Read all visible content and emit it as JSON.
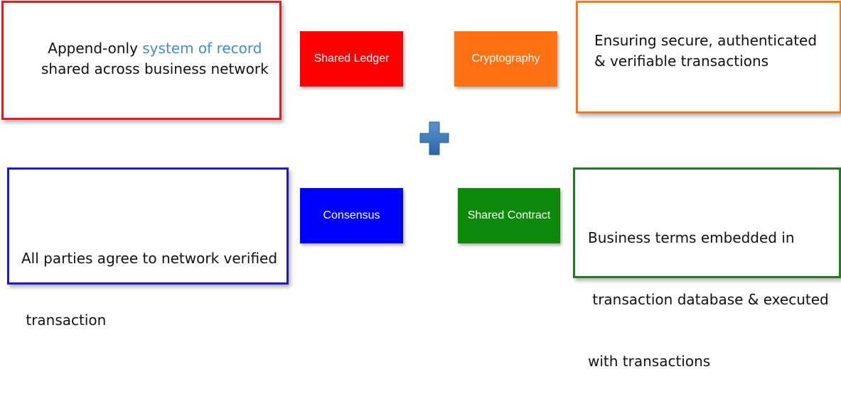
{
  "boxes": {
    "ledger": {
      "line1_prefix": "Append-only ",
      "line1_highlight": "system of record",
      "line2": "shared across business network",
      "border_color": "#e31b23",
      "highlight_color": "#3d8fc6"
    },
    "crypto": {
      "line1": "Ensuring secure, authenticated",
      "line2": "& verifiable transactions",
      "border_color": "#f4791f"
    },
    "consensus": {
      "line1": "All parties agree to network verified",
      "line2": " transaction",
      "border_color": "#1a1acb"
    },
    "contract": {
      "line1": "Business terms embedded in",
      "line2": " transaction database & executed",
      "line3": "with transactions",
      "border_color": "#1e7e1e"
    }
  },
  "labels": {
    "shared_ledger": {
      "text": "Shared Ledger",
      "color": "#ff0000"
    },
    "cryptography": {
      "text": "Cryptography",
      "color": "#ff7010"
    },
    "consensus": {
      "text": "Consensus",
      "color": "#0000ff"
    },
    "shared_contract": {
      "text": "Shared Contract",
      "color": "#0b8a0b"
    }
  },
  "plus": {
    "icon": "plus-icon",
    "color": "#3a75b5"
  }
}
